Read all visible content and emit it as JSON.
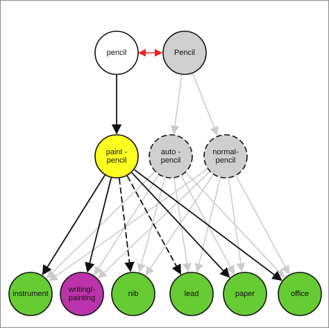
{
  "colors": {
    "white": "#ffffff",
    "gray": "#cfcfcf",
    "yellow": "#ffff22",
    "green": "#66cc33",
    "purple": "#bb33aa",
    "black_edge": "#111111",
    "gray_edge": "#cccccc",
    "red_link": "#ee2222",
    "frame": "#888888"
  },
  "nodes": [
    {
      "id": "pencil",
      "lines": [
        "pencil"
      ],
      "fill": "white"
    },
    {
      "id": "Pencil",
      "lines": [
        "Pencil"
      ],
      "fill": "gray"
    },
    {
      "id": "paint-pencil",
      "lines": [
        "paint -",
        "pencil"
      ],
      "fill": "yellow"
    },
    {
      "id": "auto-pencil",
      "lines": [
        "auto -",
        "pencil"
      ],
      "fill": "gray",
      "dashed": true
    },
    {
      "id": "normal-pencil",
      "lines": [
        "normal-",
        "pencil"
      ],
      "fill": "gray",
      "dashed": true
    },
    {
      "id": "instrument",
      "lines": [
        "instrument"
      ],
      "fill": "green"
    },
    {
      "id": "writing-painting",
      "lines": [
        "writing/-",
        "painting"
      ],
      "fill": "purple"
    },
    {
      "id": "nib",
      "lines": [
        "nib"
      ],
      "fill": "green"
    },
    {
      "id": "lead",
      "lines": [
        "lead"
      ],
      "fill": "green"
    },
    {
      "id": "paper",
      "lines": [
        "paper"
      ],
      "fill": "green"
    },
    {
      "id": "office",
      "lines": [
        "office"
      ],
      "fill": "green"
    }
  ],
  "edges": [
    {
      "from": "pencil",
      "to": "Pencil",
      "style": "bidirectional"
    },
    {
      "from": "pencil",
      "to": "paint-pencil",
      "style": "black"
    },
    {
      "from": "Pencil",
      "to": "auto-pencil",
      "style": "gray"
    },
    {
      "from": "Pencil",
      "to": "normal-pencil",
      "style": "gray"
    },
    {
      "from": "paint-pencil",
      "to": "instrument",
      "style": "black"
    },
    {
      "from": "paint-pencil",
      "to": "writing-painting",
      "style": "black"
    },
    {
      "from": "paint-pencil",
      "to": "nib",
      "style": "black-dashed"
    },
    {
      "from": "paint-pencil",
      "to": "lead",
      "style": "black-dashed"
    },
    {
      "from": "paint-pencil",
      "to": "paper",
      "style": "black"
    },
    {
      "from": "paint-pencil",
      "to": "office",
      "style": "black"
    },
    {
      "from": "auto-pencil",
      "to": "instrument",
      "style": "gray"
    },
    {
      "from": "auto-pencil",
      "to": "writing-painting",
      "style": "gray"
    },
    {
      "from": "auto-pencil",
      "to": "nib",
      "style": "gray"
    },
    {
      "from": "auto-pencil",
      "to": "lead",
      "style": "gray"
    },
    {
      "from": "auto-pencil",
      "to": "paper",
      "style": "gray"
    },
    {
      "from": "auto-pencil",
      "to": "office",
      "style": "gray"
    },
    {
      "from": "normal-pencil",
      "to": "instrument",
      "style": "gray"
    },
    {
      "from": "normal-pencil",
      "to": "writing-painting",
      "style": "gray"
    },
    {
      "from": "normal-pencil",
      "to": "nib",
      "style": "gray"
    },
    {
      "from": "normal-pencil",
      "to": "lead",
      "style": "gray"
    },
    {
      "from": "normal-pencil",
      "to": "paper",
      "style": "gray"
    },
    {
      "from": "normal-pencil",
      "to": "office",
      "style": "gray"
    }
  ]
}
